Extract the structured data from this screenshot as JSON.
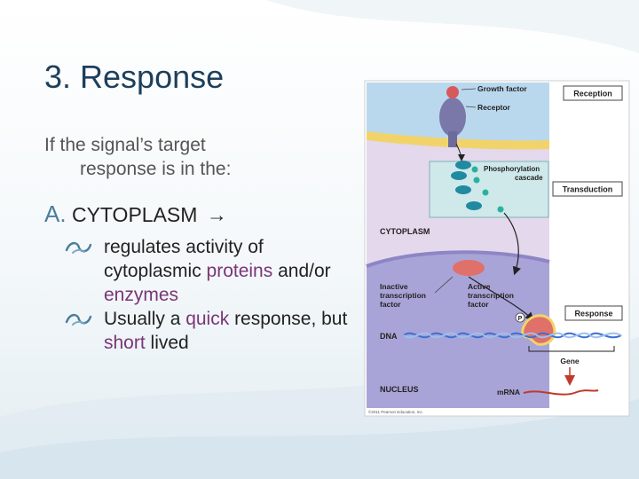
{
  "slide": {
    "title": "3. Response",
    "intro_line1": "If the signal’s target",
    "intro_line2": "response is in the:",
    "point_letter": "A.",
    "point_text": "CYTOPLASM",
    "point_arrow": "→",
    "bullets": [
      {
        "pre": "regulates activity of cytoplasmic ",
        "hl1": "proteins",
        "mid": " and/or ",
        "hl2": "enzymes",
        "post": ""
      },
      {
        "pre": "Usually a ",
        "hl1": "quick",
        "mid": " response, but ",
        "hl2": "short",
        "post": " lived"
      }
    ]
  },
  "figure": {
    "labels": {
      "growth_factor": "Growth factor",
      "receptor": "Receptor",
      "phosphorylation_cascade_1": "Phosphorylation",
      "phosphorylation_cascade_2": "cascade",
      "cytoplasm": "CYTOPLASM",
      "inactive_tf_1": "Inactive",
      "inactive_tf_2": "transcription",
      "inactive_tf_3": "factor",
      "active_tf_1": "Active",
      "active_tf_2": "transcription",
      "active_tf_3": "factor",
      "p": "P",
      "dna": "DNA",
      "gene": "Gene",
      "nucleus": "NUCLEUS",
      "mrna": "mRNA",
      "copyright": "©2011 Pearson Education, Inc."
    },
    "stage_boxes": {
      "reception": "Reception",
      "transduction": "Transduction",
      "response": "Response"
    },
    "colors": {
      "extracellular": "#b9d8ee",
      "membrane": "#f2d36a",
      "cytoplasm": "#e4d8ec",
      "nucleus": "#a9a4d7",
      "receptor": "#7a78a8",
      "growth_factor": "#d65a5a",
      "kinase": "#1f8aa0",
      "transcription_factor": "#e0706a",
      "cascade_box": "#cfe8ea"
    }
  }
}
